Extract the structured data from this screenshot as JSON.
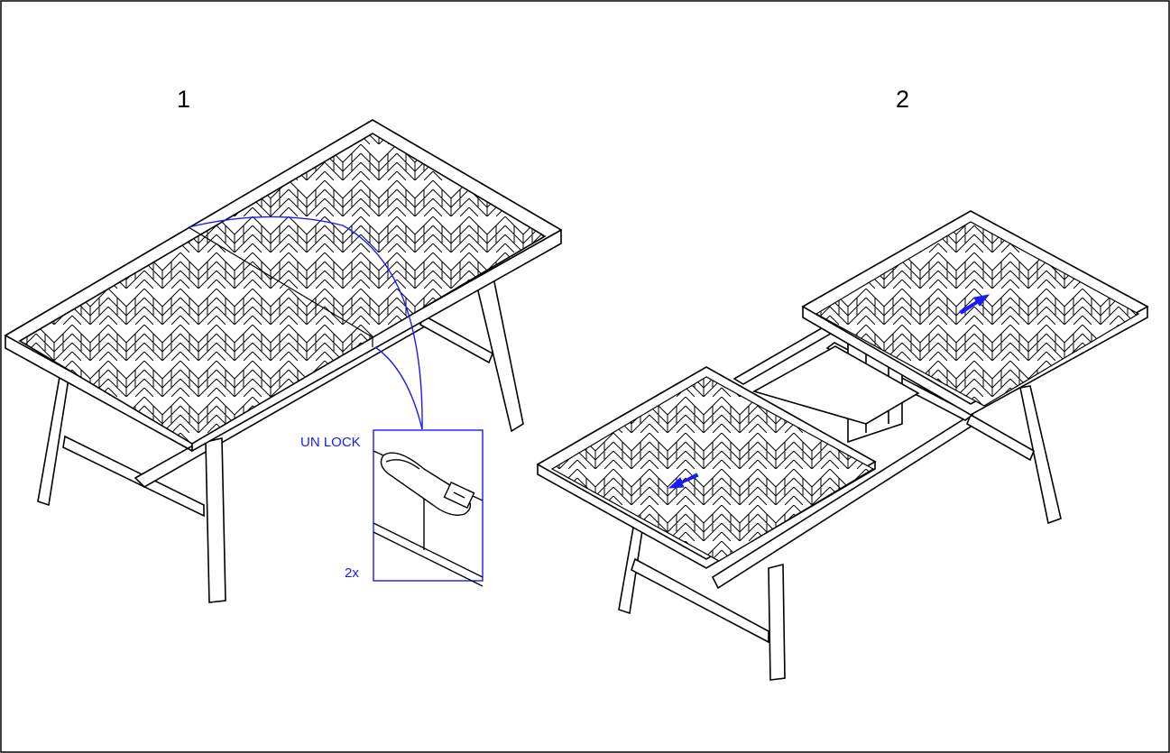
{
  "steps": [
    {
      "number": "1"
    },
    {
      "number": "2"
    }
  ],
  "callout": {
    "label": "UN LOCK",
    "quantity": "2x",
    "color": "#1a1aff"
  },
  "colors": {
    "line": "#000000",
    "highlight": "#1a1aff",
    "background": "#ffffff"
  }
}
